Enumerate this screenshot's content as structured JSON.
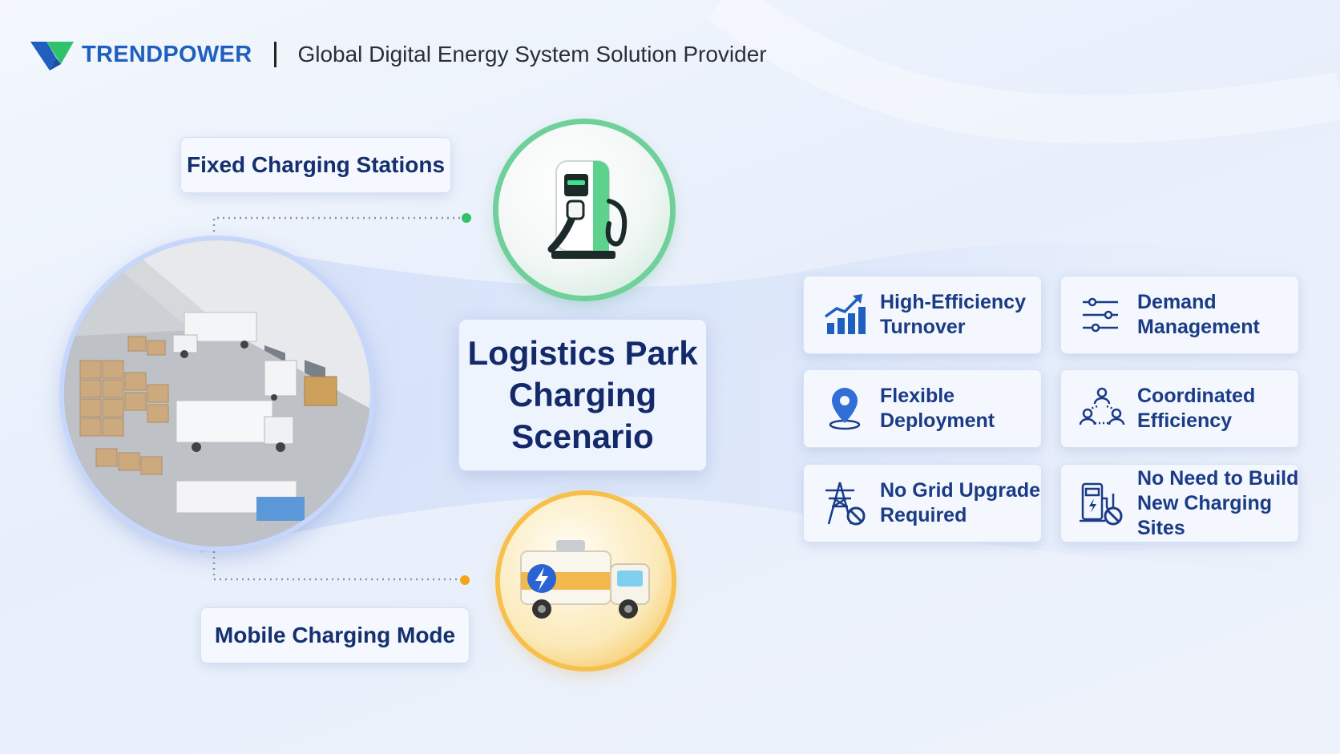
{
  "header": {
    "brand": "TRENDPOWER",
    "tagline": "Global Digital Energy System Solution Provider"
  },
  "center": {
    "title_lines": [
      "Logistics Park",
      "Charging",
      "Scenario"
    ]
  },
  "labels": {
    "fixed": "Fixed Charging Stations",
    "mobile": "Mobile Charging Mode"
  },
  "features": [
    {
      "icon": "bar-chart-growth-icon",
      "lines": [
        "High-Efficiency",
        "Turnover"
      ]
    },
    {
      "icon": "sliders-icon",
      "lines": [
        "Demand",
        "Management"
      ]
    },
    {
      "icon": "location-pin-icon",
      "lines": [
        "Flexible",
        "Deployment"
      ]
    },
    {
      "icon": "team-network-icon",
      "lines": [
        "Coordinated",
        "Efficiency"
      ]
    },
    {
      "icon": "power-tower-no-icon",
      "lines": [
        "No Grid Upgrade",
        "Required"
      ]
    },
    {
      "icon": "charger-no-icon",
      "lines": [
        "No Need to Build",
        "New Charging Sites"
      ]
    }
  ],
  "colors": {
    "brand_blue": "#1f5fbf",
    "brand_green": "#2ec36b",
    "title_navy": "#13296a",
    "feature_text": "#1a3b86",
    "icon_blue": "#1f5fbf",
    "station_accent": "#2ec36b",
    "mobile_accent": "#f2a51a"
  }
}
